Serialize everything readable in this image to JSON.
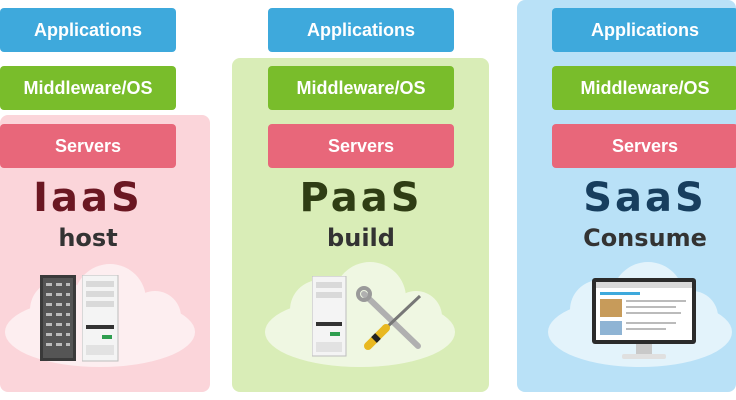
{
  "columns": [
    {
      "layers": [
        "Applications",
        "Middleware/OS",
        "Servers"
      ],
      "title": "IaaS",
      "subtitle": "host",
      "title_color": "#6b1722",
      "panel_color": "#fbd5da"
    },
    {
      "layers": [
        "Applications",
        "Middleware/OS",
        "Servers"
      ],
      "title": "PaaS",
      "subtitle": "build",
      "title_color": "#2f3d14",
      "panel_color": "#d9edb7"
    },
    {
      "layers": [
        "Applications",
        "Middleware/OS",
        "Servers"
      ],
      "title": "SaaS",
      "subtitle": "Consume",
      "title_color": "#173e5e",
      "panel_color": "#b9e1f7"
    }
  ],
  "icons": [
    "server-rack-icon",
    "server-tower-icon",
    "tools-icon",
    "monitor-icon",
    "cloud-icon"
  ],
  "colors": {
    "applications": "#3ea9dc",
    "middleware": "#79bd2b",
    "servers": "#e8677a"
  }
}
